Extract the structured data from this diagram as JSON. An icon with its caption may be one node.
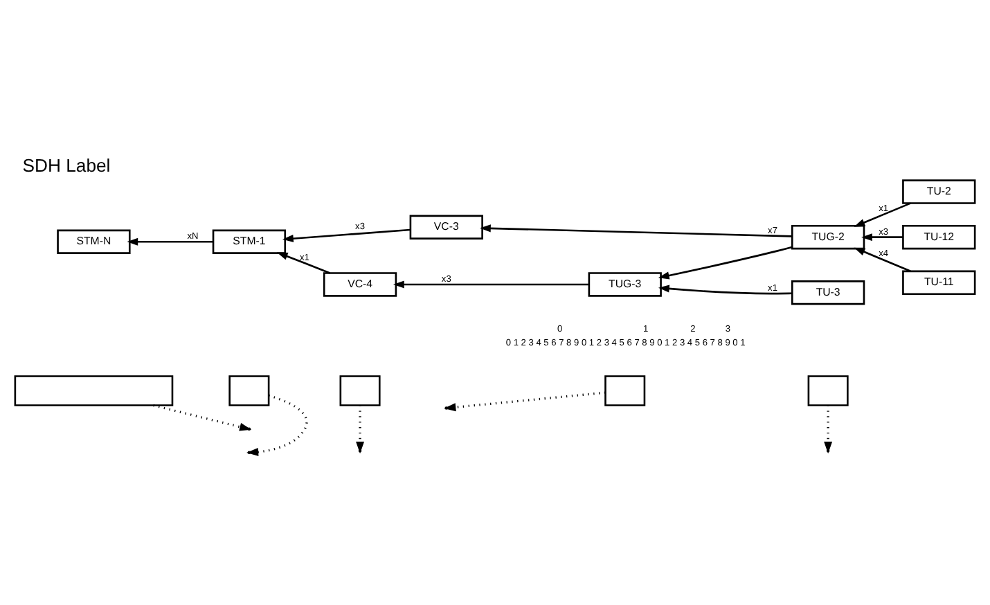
{
  "diagram": {
    "title": "SDH Label",
    "nodes": [
      {
        "text": [],
        "shape": "box"
      },
      {
        "text": [],
        "shape": "box"
      },
      {
        "text": [],
        "shape": "box"
      },
      {
        "text": [],
        "shape": "box"
      },
      {
        "text": [],
        "shape": "box"
      },
      {
        "text": [
          "STM-N"
        ]
      },
      {
        "text": [
          "STM-1"
        ]
      },
      {
        "text": [
          "VC-4"
        ]
      },
      {
        "text": [
          "TUG-3"
        ]
      },
      {
        "text": [
          "TU-3"
        ]
      },
      {
        "text": [
          "VC-3"
        ]
      },
      {
        "text": [
          "TUG-2"
        ]
      },
      {
        "text": [
          "TU-2"
        ]
      },
      {
        "text": [
          "TU-12"
        ]
      },
      {
        "text": [
          "TU-11"
        ]
      }
    ],
    "edges": [
      {
        "from": 6,
        "to": 5,
        "arrow": "to",
        "label": "xN"
      },
      {
        "from": 7,
        "to": 6,
        "arrow": "to",
        "label": "x1"
      },
      {
        "from": 10,
        "to": 6,
        "arrow": "to",
        "label": "x3"
      },
      {
        "from": 8,
        "to": 7,
        "arrow": "to",
        "label": "x3"
      },
      {
        "from": 9,
        "to": 8,
        "arrow": "to",
        "label": "x1"
      },
      {
        "from": 11,
        "to": 10,
        "arrow": "to",
        "label": "x7"
      },
      {
        "from": 11,
        "to": 8,
        "arrow": "to"
      },
      {
        "from": 12,
        "to": 11,
        "arrow": "to",
        "label": "x1"
      },
      {
        "from": 13,
        "to": 11,
        "arrow": "to",
        "label": "x3"
      },
      {
        "from": 14,
        "to": 11,
        "arrow": "to",
        "label": "x4"
      },
      {
        "from": 0,
        "to": null,
        "arrow": "to",
        "style": "dashed"
      },
      {
        "from": 1,
        "to": null,
        "arrow": "to",
        "style": "dashed"
      },
      {
        "from": 2,
        "to": null,
        "arrow": "to",
        "style": "dashed"
      },
      {
        "from": 3,
        "to": null,
        "arrow": "to",
        "style": "dashed"
      },
      {
        "from": 4,
        "to": null,
        "arrow": "to",
        "style": "dashed"
      }
    ],
    "labels": [
      "0",
      "1",
      "2",
      "3",
      "0 1 2 3 4 5 6 7 8 9 0 1 2 3 4 5 6 7 8 9 0 1 2 3 4 5 6 7 8 9 0 1"
    ]
  }
}
